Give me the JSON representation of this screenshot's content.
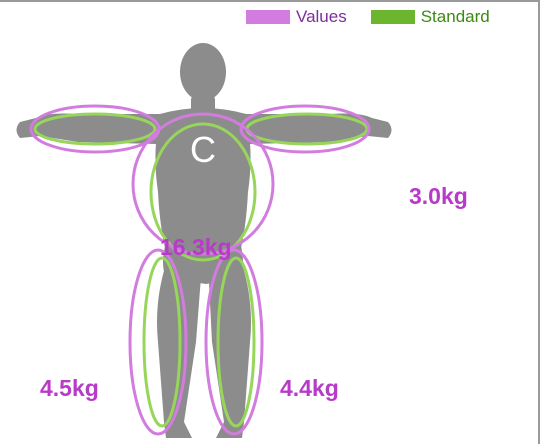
{
  "legend": {
    "values_label": "Values",
    "standard_label": "Standard"
  },
  "colors": {
    "values": "#d37ce0",
    "standard": "#6bb52f",
    "silhouette": "#8c8c8c",
    "label": "#b73ac8"
  },
  "figure": {
    "torso_letter": "C"
  },
  "segments": {
    "trunk": "16.3kg",
    "right_arm": "3.0kg",
    "left_leg": "4.5kg",
    "right_leg": "4.4kg"
  }
}
